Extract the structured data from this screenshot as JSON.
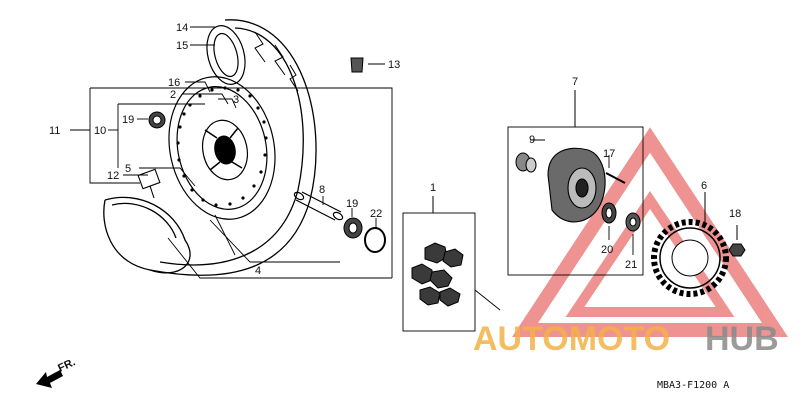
{
  "callouts": {
    "c1": "1",
    "c2": "2",
    "c3": "3",
    "c4": "4",
    "c5": "5",
    "c6": "6",
    "c7": "7",
    "c8": "8",
    "c9": "9",
    "c10": "10",
    "c11": "11",
    "c12": "12",
    "c13": "13",
    "c14": "14",
    "c15": "15",
    "c16": "16",
    "c17": "17",
    "c18": "18",
    "c19a": "19",
    "c19b": "19",
    "c20": "20",
    "c21": "21",
    "c22": "22"
  },
  "direction_label": "FR.",
  "diagram_code": "MBA3-F1200 A",
  "watermark": {
    "part1": "AUTOMOTO",
    "part2": "HUB",
    "color1": "#f3b24a",
    "color2": "#8a8a8a",
    "logo_color": "#e23a3a"
  }
}
